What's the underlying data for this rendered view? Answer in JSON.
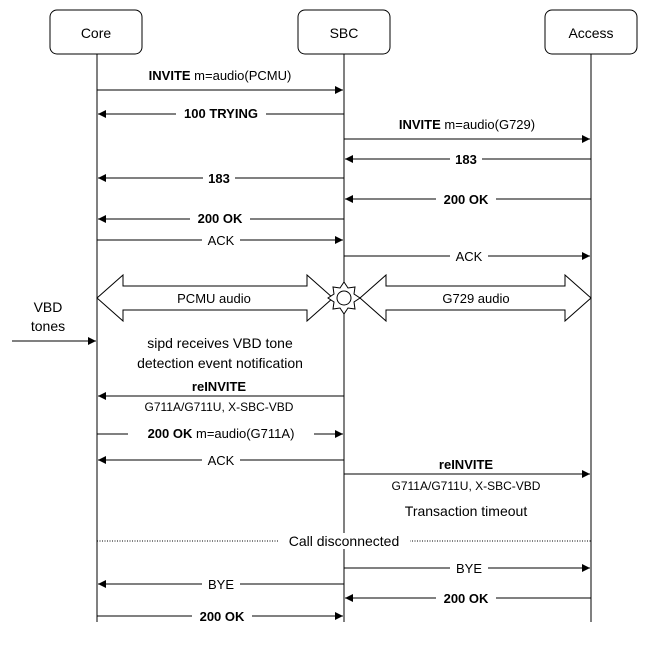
{
  "nodes": {
    "core": "Core",
    "sbc": "SBC",
    "access": "Access"
  },
  "messages": {
    "m1": {
      "bold": "INVITE",
      "rest": " m=audio(PCMU)"
    },
    "m2": {
      "bold": "100 TRYING"
    },
    "m3": {
      "bold": "INVITE",
      "rest": " m=audio(G729)"
    },
    "m4": {
      "bold": "183"
    },
    "m5": {
      "bold": "183"
    },
    "m6": {
      "bold": "200 OK"
    },
    "m7": {
      "bold": "200 OK"
    },
    "m8": {
      "text": "ACK"
    },
    "m9": {
      "text": "ACK"
    },
    "m10": {
      "bold": "reINVITE"
    },
    "m10_sub": "G711A/G711U, X-SBC-VBD",
    "m11": {
      "bold": "200 OK",
      "rest": " m=audio(G711A)"
    },
    "m12": {
      "text": "ACK"
    },
    "m13": {
      "bold": "reINVITE"
    },
    "m13_sub": "G711A/G711U, X-SBC-VBD",
    "m14": {
      "text": "BYE"
    },
    "m15": {
      "text": "BYE"
    },
    "m16": {
      "bold": "200 OK"
    },
    "m17": {
      "bold": "200 OK"
    }
  },
  "media": {
    "left": "PCMU audio",
    "right": "G729 audio"
  },
  "notes": {
    "vbd_line1": "VBD",
    "vbd_line2": "tones",
    "sipd_line1": "sipd receives VBD tone",
    "sipd_line2": "detection event notification",
    "timeout": "Transaction timeout",
    "disconnected": "Call disconnected"
  }
}
